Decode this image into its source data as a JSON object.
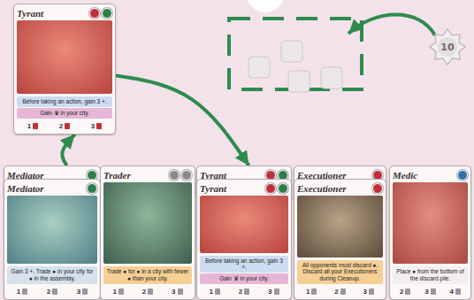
{
  "diagram": {
    "nodes": [
      {
        "text": [
          "Tyrant",
          "Before taking an action, gain 3 +.",
          "Gain ♛ in your city.",
          "1",
          "2",
          "3"
        ]
      },
      {
        "text": [
          "10"
        ]
      },
      {
        "text": [
          "Mediator"
        ]
      },
      {
        "text": [
          "Mediator",
          "Gain 3 +. Trade ● in your city for ● in the assembly.",
          "1",
          "2",
          "3"
        ]
      },
      {
        "text": [
          "Trader",
          "Trade ● for ● in a city with fewer ● than your city.",
          "1",
          "2",
          "3"
        ]
      },
      {
        "text": [
          "Tyrant"
        ]
      },
      {
        "text": [
          "Tyrant",
          "Before taking an action, gain 3 +.",
          "Gain ♛ in your city.",
          "1",
          "2",
          "3"
        ]
      },
      {
        "text": [
          "Executioner"
        ]
      },
      {
        "text": [
          "Executioner",
          "All opponents must discard ●. Discard all your Executioners during Cleanup.",
          "1",
          "2",
          "3"
        ]
      },
      {
        "text": [
          "Medic",
          "Place ● from the bottom of the discard pile.",
          "2",
          "3",
          "4"
        ]
      }
    ],
    "edges": [
      {
        "from": 2,
        "to": 0,
        "arrow": "to"
      },
      {
        "from": 0,
        "to": 5,
        "arrow": "to"
      }
    ]
  }
}
